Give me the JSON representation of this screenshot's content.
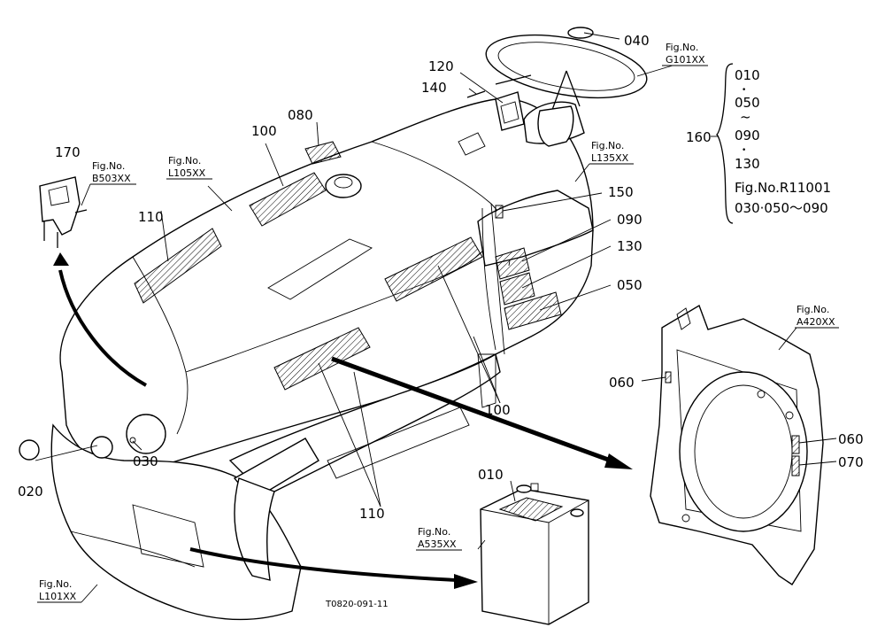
{
  "callouts": {
    "c010": "010",
    "c020": "020",
    "c030": "030",
    "c040": "040",
    "c050": "050",
    "c060a": "060",
    "c060b": "060",
    "c070": "070",
    "c080": "080",
    "c090": "090",
    "c100a": "100",
    "c100b": "100",
    "c110a": "110",
    "c110b": "110",
    "c120": "120",
    "c130": "130",
    "c140": "140",
    "c150": "150",
    "c170": "170"
  },
  "fig_refs": {
    "g101": {
      "label": "Fig.No.",
      "code": "G101XX"
    },
    "l135": {
      "label": "Fig.No.",
      "code": "L135XX"
    },
    "l105": {
      "label": "Fig.No.",
      "code": "L105XX"
    },
    "b503": {
      "label": "Fig.No.",
      "code": "B503XX"
    },
    "a420": {
      "label": "Fig.No.",
      "code": "A420XX"
    },
    "a535": {
      "label": "Fig.No.",
      "code": "A535XX"
    },
    "l101": {
      "label": "Fig.No.",
      "code": "L101XX"
    }
  },
  "bracket_note": {
    "item": "160",
    "lines": [
      "010",
      "•",
      "050",
      "~",
      "090",
      "•",
      "130",
      "Fig.No.R11001",
      "030·050～090"
    ]
  },
  "drawing_code": "T0820-091-11"
}
